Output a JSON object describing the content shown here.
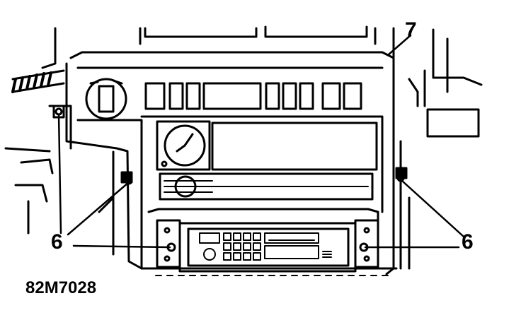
{
  "callouts": {
    "panel_label": "7",
    "fixing_label_left": "6",
    "fixing_label_right": "6"
  },
  "figure_ref": "82M7028",
  "colors": {
    "ink": "#000000",
    "paper": "#ffffff"
  }
}
